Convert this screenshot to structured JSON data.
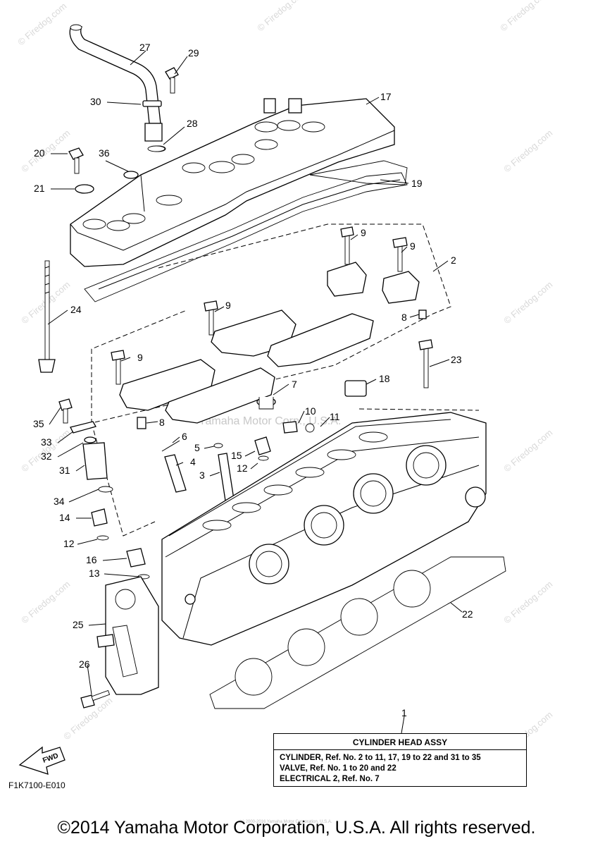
{
  "watermark": "© Firedog.com",
  "center_watermark": "Yamaha Motor Corp., U.S.A.",
  "callouts": [
    {
      "id": "c27",
      "label": "27"
    },
    {
      "id": "c29",
      "label": "29"
    },
    {
      "id": "c30",
      "label": "30"
    },
    {
      "id": "c17",
      "label": "17"
    },
    {
      "id": "c28",
      "label": "28"
    },
    {
      "id": "c20",
      "label": "20"
    },
    {
      "id": "c36",
      "label": "36"
    },
    {
      "id": "c21",
      "label": "21"
    },
    {
      "id": "c19",
      "label": "19"
    },
    {
      "id": "c9a",
      "label": "9"
    },
    {
      "id": "c9b",
      "label": "9"
    },
    {
      "id": "c2",
      "label": "2"
    },
    {
      "id": "c24",
      "label": "24"
    },
    {
      "id": "c9c",
      "label": "9"
    },
    {
      "id": "c8a",
      "label": "8"
    },
    {
      "id": "c9d",
      "label": "9"
    },
    {
      "id": "c23",
      "label": "23"
    },
    {
      "id": "c7",
      "label": "7"
    },
    {
      "id": "c18",
      "label": "18"
    },
    {
      "id": "c35",
      "label": "35"
    },
    {
      "id": "c8b",
      "label": "8"
    },
    {
      "id": "c10",
      "label": "10"
    },
    {
      "id": "c11",
      "label": "11"
    },
    {
      "id": "c33",
      "label": "33"
    },
    {
      "id": "c6",
      "label": "6"
    },
    {
      "id": "c32",
      "label": "32"
    },
    {
      "id": "c5",
      "label": "5"
    },
    {
      "id": "c15",
      "label": "15"
    },
    {
      "id": "c4",
      "label": "4"
    },
    {
      "id": "c31",
      "label": "31"
    },
    {
      "id": "c3",
      "label": "3"
    },
    {
      "id": "c12a",
      "label": "12"
    },
    {
      "id": "c34",
      "label": "34"
    },
    {
      "id": "c14",
      "label": "14"
    },
    {
      "id": "c12b",
      "label": "12"
    },
    {
      "id": "c16",
      "label": "16"
    },
    {
      "id": "c13",
      "label": "13"
    },
    {
      "id": "c22",
      "label": "22"
    },
    {
      "id": "c25",
      "label": "25"
    },
    {
      "id": "c26",
      "label": "26"
    },
    {
      "id": "c1",
      "label": "1"
    }
  ],
  "assembly_box": {
    "title": "CYLINDER HEAD ASSY",
    "lines": [
      "CYLINDER, Ref. No. 2 to 11, 17, 19 to 22 and 31 to 35",
      "VALVE, Ref. No. 1 to 20 and 22",
      "ELECTRICAL 2, Ref. No. 7"
    ]
  },
  "fwd_label": "FWD",
  "figure_code": "F1K7100-E010",
  "tiny_credit": "(c) 2000-2016 Yamaha Motor Corporation, U.S.A.",
  "copyright": "©2014 Yamaha Motor Corporation, U.S.A. All rights reserved."
}
